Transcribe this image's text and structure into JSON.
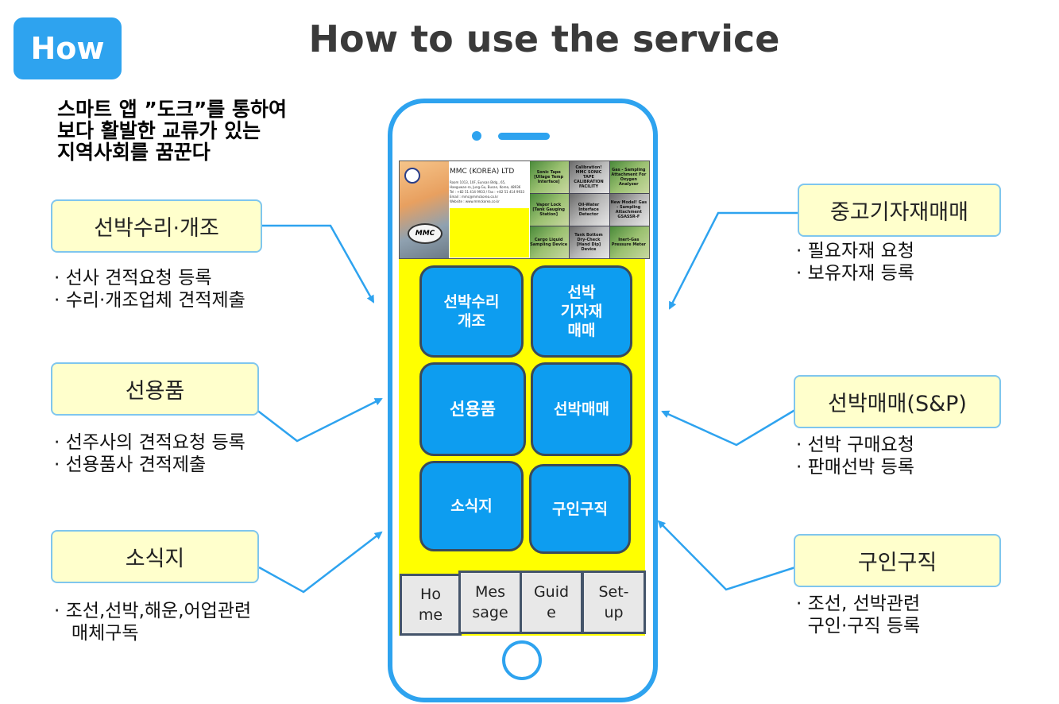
{
  "badge": "How",
  "title": "How to use the service",
  "slogan": [
    "스마트 앱 ”도크”를 통하여",
    "보다 활발한 교류가 있는",
    "지역사회를 꿈꾼다"
  ],
  "left_items": [
    {
      "label": "선박수리·개조",
      "bullets": [
        "· 선사 견적요청 등록",
        "· 수리·개조업체 견적제출"
      ]
    },
    {
      "label": "선용품",
      "bullets": [
        "· 선주사의 견적요청 등록",
        "· 선용품사 견적제출"
      ]
    },
    {
      "label": "소식지",
      "bullets": [
        "· 조선,선박,해운,어업관련",
        "   매체구독"
      ]
    }
  ],
  "right_items": [
    {
      "label": "중고기자재매매",
      "bullets": [
        "· 필요자재 요청",
        "· 보유자재 등록"
      ]
    },
    {
      "label": "선박매매(S&P)",
      "bullets": [
        "· 선박 구매요청",
        "· 판매선박 등록"
      ]
    },
    {
      "label": "구인구직",
      "bullets": [
        "· 조선, 선박관련",
        "  구인·구직 등록"
      ]
    }
  ],
  "banner": {
    "company": "MMC (KOREA) LTD",
    "address_lines": [
      "Room 1013, 10F, Eunsan Bldg., 65,",
      "Haeguwan-ro, Jung-Gu, Busan, Korea, 48936",
      "Tel : +82 51 414 9933  /  Fax : +82 51 414 9933",
      "Email : mmc@mmckorea.co.kr",
      "Website : www.mmckorea.co.kr"
    ],
    "logo_text": "MMC",
    "products": [
      "Sonic Tape [Ullage Temp Interface]",
      "Calibration! MMC SONIC TAPE CALIBRATION FACILITY",
      "Gas - Sampling Attachment For Oxygen Analyzer",
      "Vapor Lock [Tank Gauging Station]",
      "Oil-Water Interface Detector",
      "New Model! Gas - Sampling Attachment GSASSR-F",
      "Cargo Liquid Sampling Device",
      "Tank Bottom Dry-Check [Hand Dip] Device",
      "Inert-Gas Pressure Meter"
    ]
  },
  "app_buttons": [
    "선박수리\n개조",
    "선박\n기자재\n매매",
    "선용품",
    "선박매매",
    "소식지",
    "구인구직"
  ],
  "tabs": [
    "Ho\nme",
    "Mes\nsage",
    "Guid\ne",
    "Set-\nup"
  ],
  "colors": {
    "accent": "#2ea3ef",
    "label_bg": "#ffffcc",
    "screen_bg": "#ffff00",
    "button_bg": "#0d9df0"
  }
}
